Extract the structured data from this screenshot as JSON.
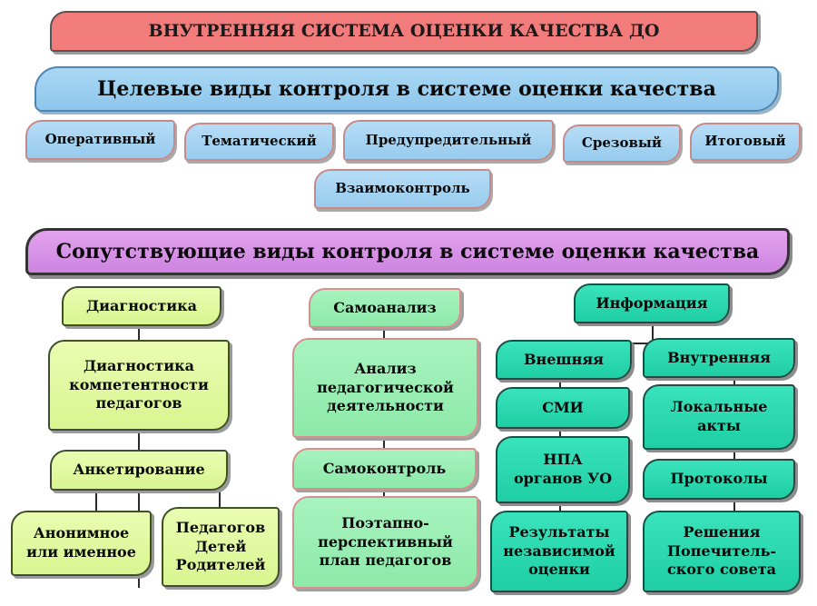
{
  "header": {
    "title": "ВНУТРЕННЯЯ СИСТЕМА ОЦЕНКИ КАЧЕСТВА ДО"
  },
  "target": {
    "title": "Целевые виды контроля в системе оценки качества",
    "items": [
      "Оперативный",
      "Тематический",
      "Предупредительный",
      "Срезовый",
      "Итоговый",
      "Взаимоконтроль"
    ]
  },
  "accompanying": {
    "title": "Сопутствующие виды контроля в системе оценки качества",
    "diagnostics": {
      "title": "Диагностика",
      "competence": "Диагностика компетентности педагогов",
      "survey": "Анкетирование",
      "anonymous": "Анонимное или именное",
      "respondents": "Педагогов Детей Родителей"
    },
    "self_analysis": {
      "title": "Самоанализ",
      "analysis": "Анализ педагогической деятельности",
      "self_control": "Самоконтроль",
      "plan": "Поэтапно- перспективный план педагогов"
    },
    "information": {
      "title": "Информация",
      "external": "Внешняя",
      "internal": "Внутренняя",
      "media": "СМИ",
      "local_acts": "Локальные акты",
      "npa": "НПА органов УО",
      "protocols": "Протоколы",
      "results": "Результаты независимой оценки",
      "decisions": "Решения Попечитель- ского совета"
    }
  }
}
